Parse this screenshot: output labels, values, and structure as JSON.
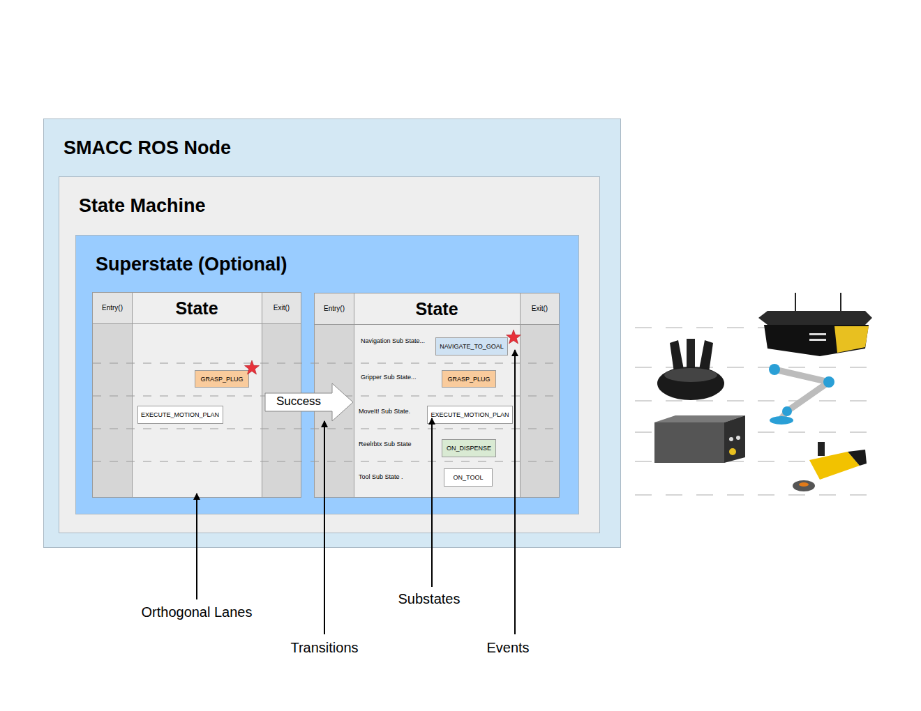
{
  "diagram": {
    "nodes": [
      {
        "text": [
          "SMACC ROS Node"
        ]
      },
      {
        "text": [
          "State Machine"
        ],
        "in": 0
      },
      {
        "text": [
          "Superstate (Optional)"
        ],
        "in": 1
      },
      {
        "text": [
          "State"
        ],
        "in": 2
      },
      {
        "text": [
          "Entry()"
        ],
        "in": 3
      },
      {
        "text": [
          "Exit()"
        ],
        "in": 3
      },
      {
        "text": [
          "GRASP_PLUG"
        ],
        "in": 3
      },
      {
        "text": [
          "EXECUTE_MOTION_PLAN"
        ],
        "in": 3
      },
      {
        "text": [
          "State"
        ],
        "in": 2
      },
      {
        "text": [
          "Entry()"
        ],
        "in": 8
      },
      {
        "text": [
          "Exit()"
        ],
        "in": 8
      },
      {
        "text": [
          "NAVIGATE_TO_GOAL"
        ],
        "in": 8
      },
      {
        "text": [
          "GRASP_PLUG"
        ],
        "in": 8
      },
      {
        "text": [
          "EXECUTE_MOTION_PLAN"
        ],
        "in": 8
      },
      {
        "text": [
          "ON_DISPENSE"
        ],
        "in": 8
      },
      {
        "text": [
          "ON_TOOL"
        ],
        "in": 8
      }
    ],
    "edges": [
      {
        "from": 3,
        "to": 8,
        "arrow": "to",
        "label": "Success"
      }
    ],
    "labels": [
      "Navigation Sub State...",
      "Gripper Sub State...",
      "MoveIt! Sub State.",
      "Reelrbtx Sub State",
      "Tool Sub State .",
      "Orthogonal Lanes",
      "Transitions",
      "Substates",
      "Events"
    ]
  }
}
